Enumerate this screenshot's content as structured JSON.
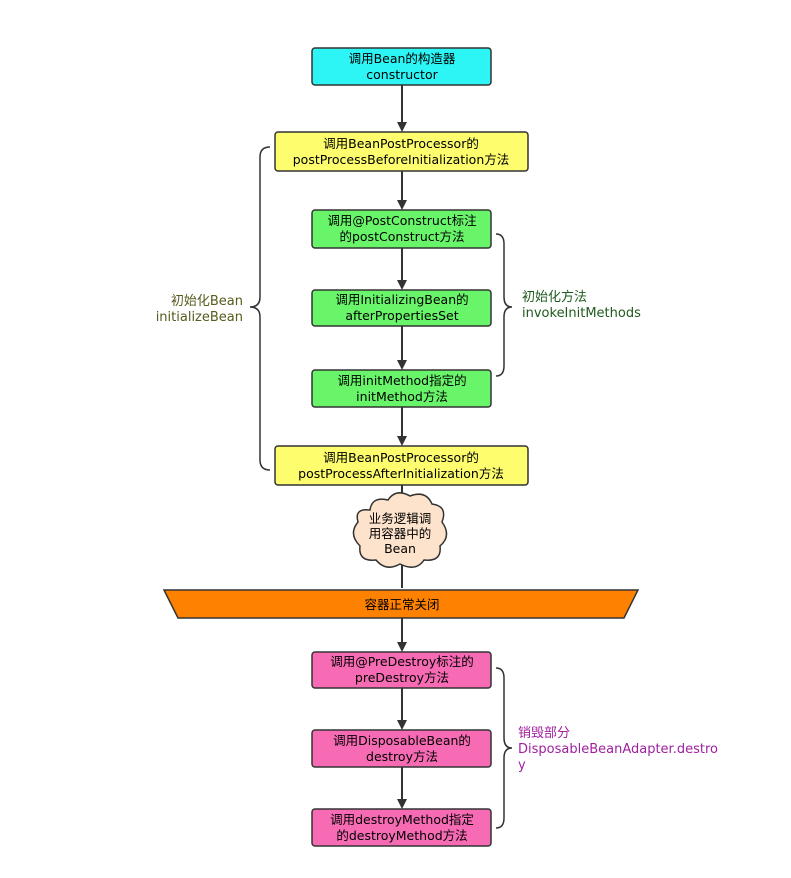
{
  "colors": {
    "cyan": "#2ef5f5",
    "yellow": "#fdfd6e",
    "green": "#69f56a",
    "pink": "#f66bb4",
    "orange": "#fe8100",
    "cloud": "#fde3cc",
    "stroke": "#333333",
    "olive_text": "#5a5a1e",
    "green_text": "#1e5a1e",
    "purple_text": "#a020a0"
  },
  "nodes": {
    "constructor": {
      "line1": "调用Bean的构造器",
      "line2": "constructor"
    },
    "post_before": {
      "line1": "调用BeanPostProcessor的",
      "line2": "postProcessBeforeInitialization方法"
    },
    "post_construct": {
      "line1": "调用@PostConstruct标注",
      "line2": "的postConstruct方法"
    },
    "after_props": {
      "line1": "调用InitializingBean的",
      "line2": "afterPropertiesSet"
    },
    "init_method": {
      "line1": "调用initMethod指定的",
      "line2": "initMethod方法"
    },
    "post_after": {
      "line1": "调用BeanPostProcessor的",
      "line2": "postProcessAfterInitialization方法"
    },
    "business": {
      "line1": "业务逻辑调",
      "line2": "用容器中的",
      "line3": "Bean"
    },
    "shutdown": {
      "line1": "容器正常关闭"
    },
    "pre_destroy": {
      "line1": "调用@PreDestroy标注的",
      "line2": "preDestroy方法"
    },
    "disposable": {
      "line1": "调用DisposableBean的",
      "line2": "destroy方法"
    },
    "destroy_method": {
      "line1": "调用destroyMethod指定",
      "line2": "的destroyMethod方法"
    }
  },
  "annotations": {
    "initialize_bean": {
      "line1": "初始化Bean",
      "line2": "initializeBean"
    },
    "invoke_init": {
      "line1": "初始化方法",
      "line2": "invokeInitMethods"
    },
    "destroy_part": {
      "line1": "销毁部分",
      "line2": "DisposableBeanAdapter.destro",
      "line3": "y"
    }
  }
}
